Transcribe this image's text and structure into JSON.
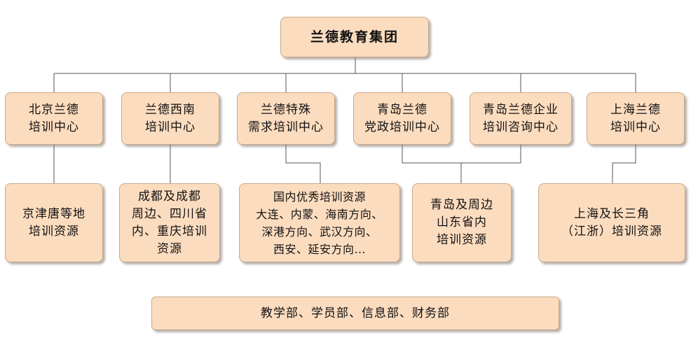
{
  "root": {
    "label": "兰德教育集团"
  },
  "centers": [
    {
      "id": "beijing",
      "lines": [
        "北京兰德",
        "培训中心"
      ]
    },
    {
      "id": "southwest",
      "lines": [
        "兰德西南",
        "培训中心"
      ]
    },
    {
      "id": "special",
      "lines": [
        "兰德特殊",
        "需求培训中心"
      ]
    },
    {
      "id": "qingdao-party",
      "lines": [
        "青岛兰德",
        "党政培训中心"
      ]
    },
    {
      "id": "qingdao-enterprise",
      "lines": [
        "青岛兰德企业",
        "培训咨询中心"
      ]
    },
    {
      "id": "shanghai",
      "lines": [
        "上海兰德",
        "培训中心"
      ]
    }
  ],
  "resources": [
    {
      "id": "jingjintang",
      "lines": [
        "京津唐等地",
        "培训资源"
      ]
    },
    {
      "id": "chengdu",
      "lines": [
        "成都及成都",
        "周边、四川省",
        "内、重庆培训",
        "资源"
      ]
    },
    {
      "id": "domestic",
      "lines": [
        "国内优秀培训资源",
        "大连、内蒙、海南方向、",
        "深港方向、武汉方向、",
        "西安、延安方向…"
      ]
    },
    {
      "id": "qingdao",
      "lines": [
        "青岛及周边",
        "山东省内",
        "培训资源"
      ]
    },
    {
      "id": "yangtze",
      "lines": [
        "上海及长三角",
        "（江浙）培训资源"
      ]
    }
  ],
  "departments": {
    "label": "教学部、学员部、信息部、财务部"
  }
}
